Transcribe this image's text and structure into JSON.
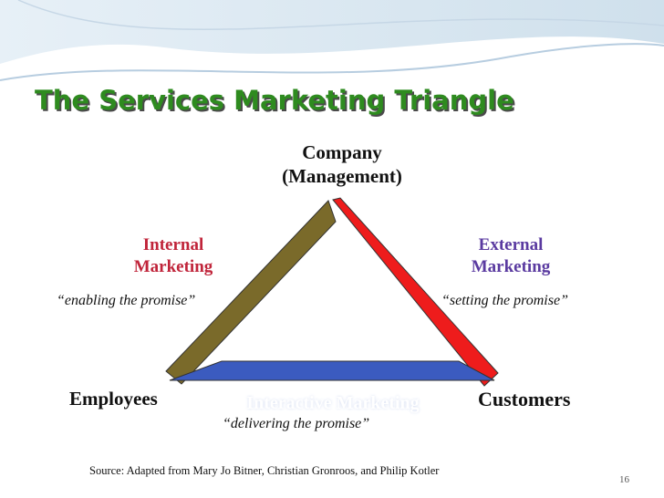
{
  "slide": {
    "title": "The Services Marketing Triangle",
    "page_number": "16"
  },
  "diagram": {
    "nodes": {
      "company_line1": "Company",
      "company_line2": "(Management)",
      "employees": "Employees",
      "customers": "Customers"
    },
    "edges": {
      "internal": {
        "line1": "Internal",
        "line2": "Marketing",
        "caption": "“enabling the promise”",
        "color": "#7a6a2a"
      },
      "external": {
        "line1": "External",
        "line2": "Marketing",
        "caption": "“setting the promise”",
        "color": "#ee1c1c"
      },
      "interactive": {
        "label": "Interactive Marketing",
        "caption": "“delivering the promise”",
        "color": "#3b5bbf"
      }
    }
  },
  "source": "Source:  Adapted from Mary Jo Bitner, Christian Gronroos, and Philip Kotler",
  "theme": {
    "title_color": "#2e8b1f",
    "internal_label_color": "#c0243a",
    "external_label_color": "#5a3aa0"
  }
}
